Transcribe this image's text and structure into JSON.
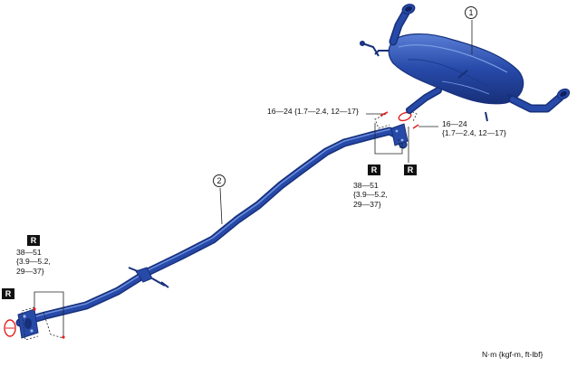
{
  "callouts": {
    "one": "1",
    "two": "2"
  },
  "badge_letter": "R",
  "torque_front_flange": {
    "line1": "38—51",
    "line2": "{3.9—5.2,",
    "line3": "29—37}"
  },
  "torque_mid_flange": {
    "line1": "38—51",
    "line2": "{3.9—5.2,",
    "line3": "29—37}"
  },
  "torque_upper_left": "16—24 {1.7—2.4, 12—17}",
  "torque_right": {
    "line1": "16—24",
    "line2": "{1.7—2.4, 12—17}"
  },
  "units": "N·m {kgf-m, ft-lbf}",
  "colors": {
    "pipe": "#2749a8",
    "pipe_dark": "#17307a",
    "pipe_light": "#5a7fd6",
    "gasket": "#e02020"
  }
}
